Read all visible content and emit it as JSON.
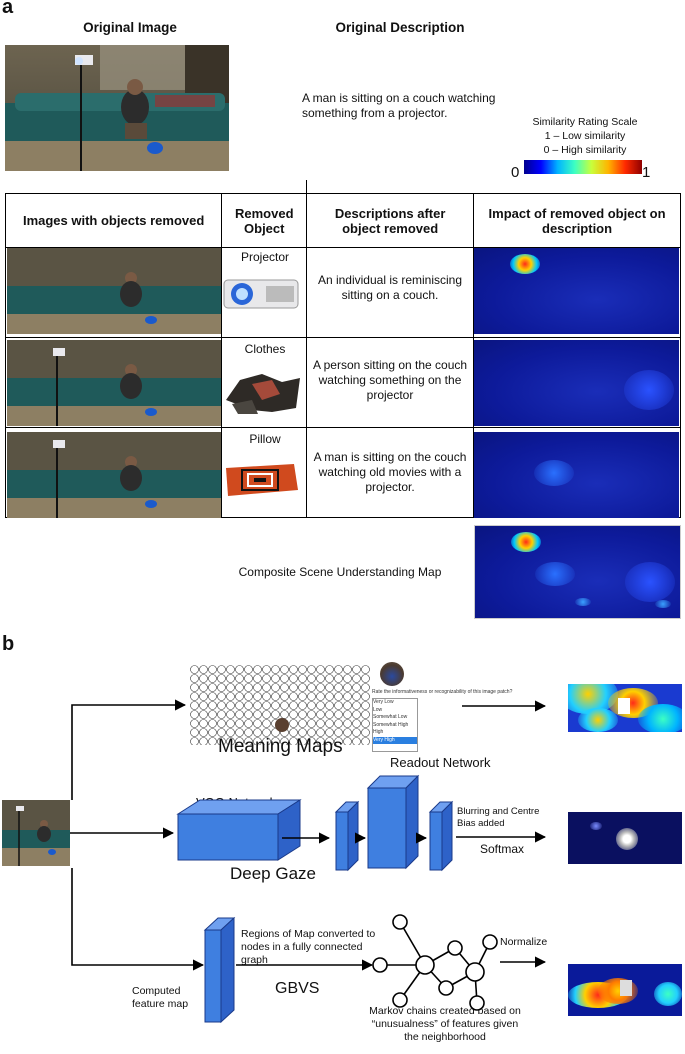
{
  "panel_a": {
    "label": "a",
    "original_image_title": "Original Image",
    "original_description_title": "Original Description",
    "original_description": "A man is sitting on a couch watching something from a projector.",
    "scale": {
      "title": "Similarity Rating Scale",
      "line1": "1   – Low similarity",
      "line2": "0 – High similarity",
      "min_label": "0",
      "max_label": "1"
    },
    "table_headers": {
      "images": "Images with objects removed",
      "removed": "Removed Object",
      "descriptions": "Descriptions after object removed",
      "impact": "Impact of removed object on description"
    },
    "rows": [
      {
        "object": "Projector",
        "description": "An individual is reminiscing sitting on a couch."
      },
      {
        "object": "Clothes",
        "description": "A person sitting on the couch watching something on the projector"
      },
      {
        "object": "Pillow",
        "description": "A man is sitting on the couch watching old movies with a projector."
      }
    ],
    "composite_label": "Composite Scene Understanding Map"
  },
  "panel_b": {
    "label": "b",
    "meaning_maps": "Meaning Maps",
    "rate_prompt": "Rate the informativeness or recognizability of this image patch?",
    "rate_options": [
      "Very Low",
      "Low",
      "Somewhat Low",
      "Somewhat High",
      "High",
      "Very High"
    ],
    "vgg": "VGG Network",
    "readout": "Readout Network",
    "deep_gaze": "Deep Gaze",
    "blurring": "Blurring and Centre Bias added",
    "softmax": "Softmax",
    "regions_text": "Regions of Map converted to nodes in a fully connected graph",
    "computed_feature_map": "Computed feature map",
    "gbvs": "GBVS",
    "normalize": "Normalize",
    "markov_text": "Markov chains created based on “unusualness” of features given the neighborhood"
  },
  "colors": {
    "network_blue": "#3f7fe0",
    "heat_base": "#0d1a9a",
    "hot": "#ff2a1a"
  }
}
